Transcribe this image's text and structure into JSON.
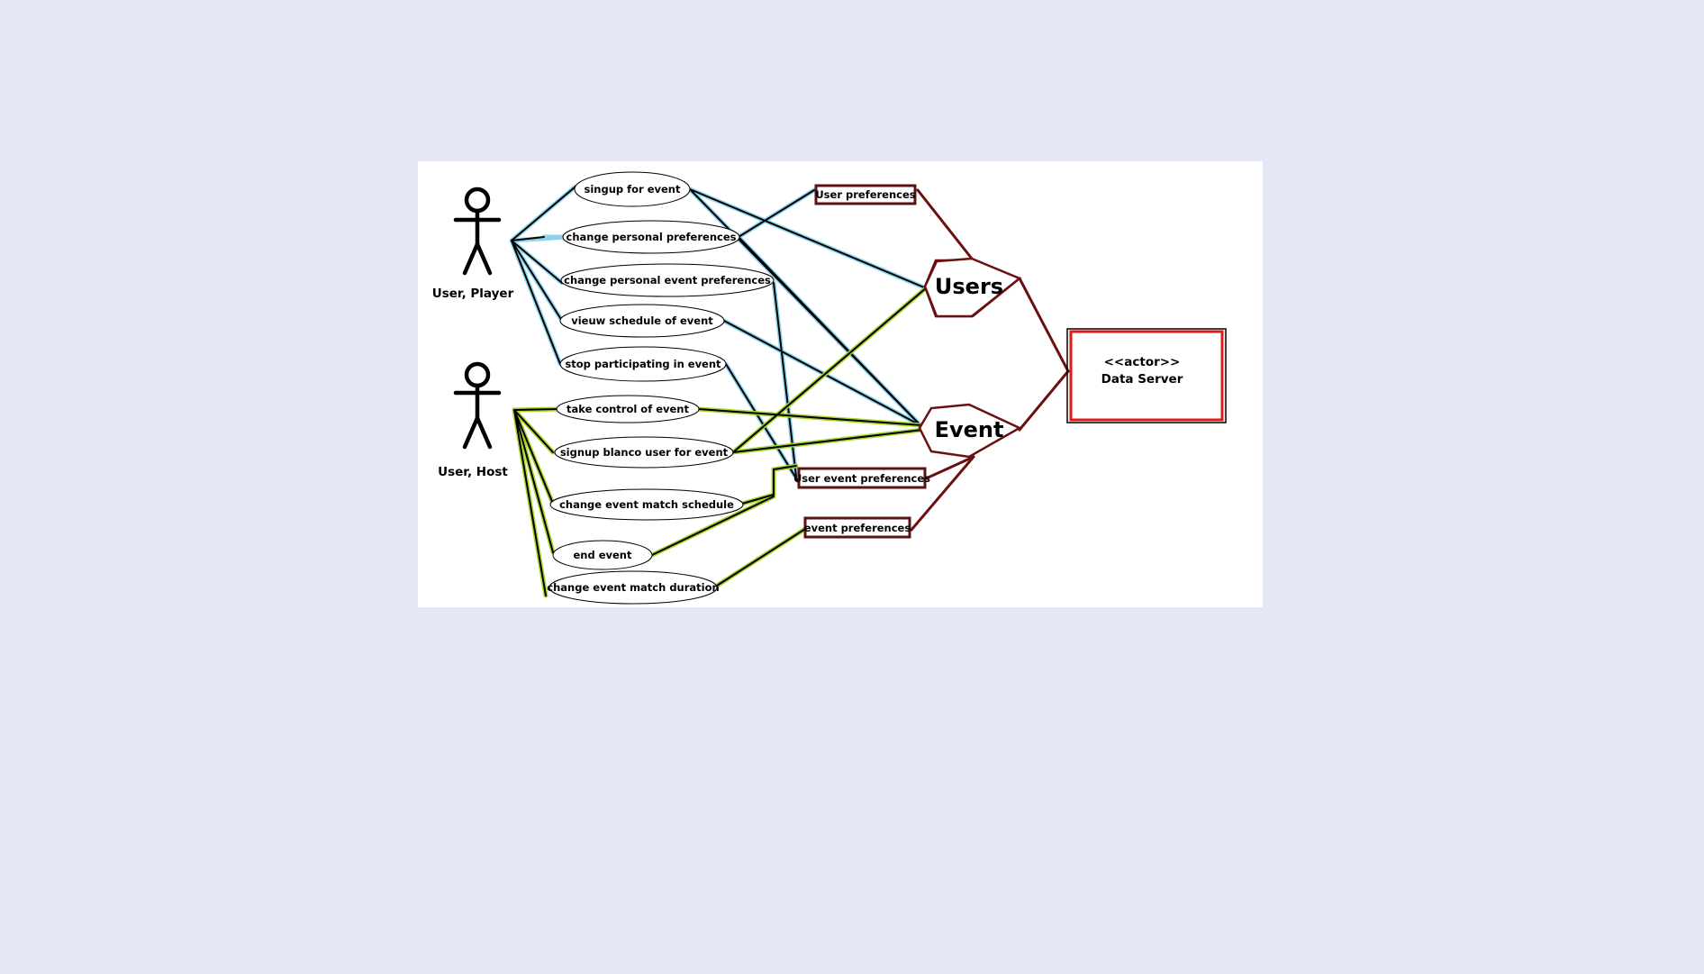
{
  "actors": [
    {
      "id": "player",
      "label": "User, Player"
    },
    {
      "id": "host",
      "label": "User, Host"
    }
  ],
  "use_cases": [
    {
      "id": "uc1",
      "label": "singup for event"
    },
    {
      "id": "uc2",
      "label": "change personal preferences"
    },
    {
      "id": "uc3",
      "label": "change personal event preferences"
    },
    {
      "id": "uc4",
      "label": "vieuw schedule of event"
    },
    {
      "id": "uc5",
      "label": "stop participating in event"
    },
    {
      "id": "uc6",
      "label": "take control of event"
    },
    {
      "id": "uc7",
      "label": "signup blanco user for event"
    },
    {
      "id": "uc8",
      "label": "change event match schedule"
    },
    {
      "id": "uc9",
      "label": "end event"
    },
    {
      "id": "uc10",
      "label": "change event match duration"
    }
  ],
  "preference_boxes": [
    {
      "id": "up",
      "label": "User preferences"
    },
    {
      "id": "uep",
      "label": "User event preferences"
    },
    {
      "id": "ep",
      "label": "event preferences"
    }
  ],
  "entities": [
    {
      "id": "users",
      "label": "Users"
    },
    {
      "id": "event",
      "label": "Event"
    }
  ],
  "server": {
    "stereotype": "<<actor>>",
    "label": "Data Server"
  },
  "colors": {
    "background": "#e2e7f3",
    "canvas": "#ffffff",
    "player_link": "#8fd3ea",
    "host_link": "#a8d42a",
    "entity_link": "#6b1010",
    "server_border": "#e01a1a"
  }
}
